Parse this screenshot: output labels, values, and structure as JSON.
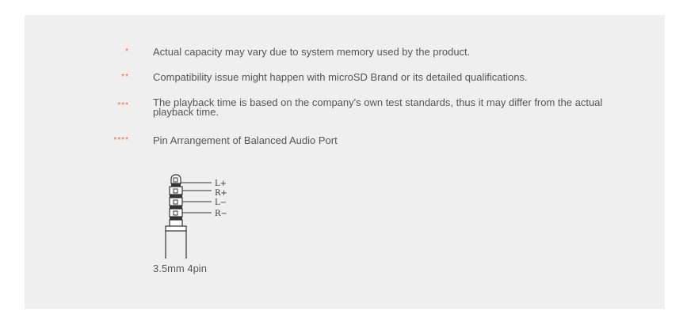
{
  "notes": [
    {
      "marker": "*",
      "text": "Actual capacity may vary due to system memory used by the product."
    },
    {
      "marker": "**",
      "text": "Compatibility issue might happen with microSD Brand or its detailed qualifications."
    },
    {
      "marker": "***",
      "text": "The playback time is based on the company's own test standards, thus it may differ from the actual playback time."
    },
    {
      "marker": "****",
      "text": "Pin Arrangement of Balanced Audio Port"
    }
  ],
  "jack": {
    "pins": [
      "L+",
      "R+",
      "L−",
      "R−"
    ],
    "caption": "3.5mm 4pin"
  },
  "colors": {
    "panel_background": "#efefef",
    "marker": "#e8684a",
    "text": "#555555"
  }
}
